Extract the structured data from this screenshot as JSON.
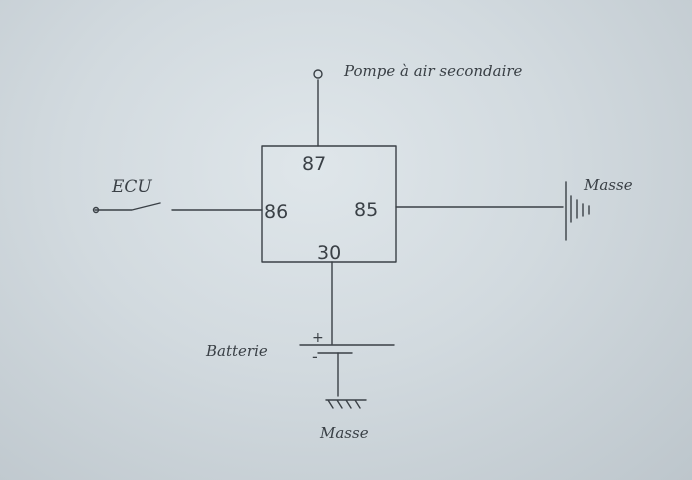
{
  "diagram": {
    "labels": {
      "pump": "Pompe à air secondaire",
      "ecu": "ECU",
      "ground_right": "Masse",
      "ground_bottom": "Masse",
      "battery": "Batterie",
      "battery_plus": "+",
      "battery_minus": "-"
    },
    "relay": {
      "pin_87": "87",
      "pin_86": "86",
      "pin_85": "85",
      "pin_30": "30"
    }
  },
  "colors": {
    "ink": "#3a4046",
    "paper": "#d2dadf"
  }
}
